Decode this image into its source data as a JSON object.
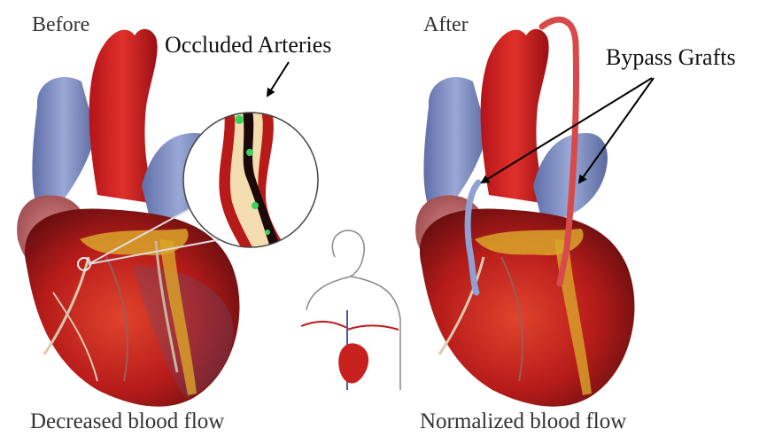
{
  "labels": {
    "before": "Before",
    "after": "After",
    "occluded": "Occluded Arteries",
    "bypass": "Bypass Grafts",
    "decreased": "Decreased blood flow",
    "normalized": "Normalized blood flow"
  },
  "colors": {
    "heart_red": "#c8201e",
    "heart_dark": "#7a1010",
    "vein_blue": "#7f8fc0",
    "fat_yellow": "#d9a62a",
    "plaque": "#f3dcb0",
    "blood_green": "#3ad35a"
  }
}
